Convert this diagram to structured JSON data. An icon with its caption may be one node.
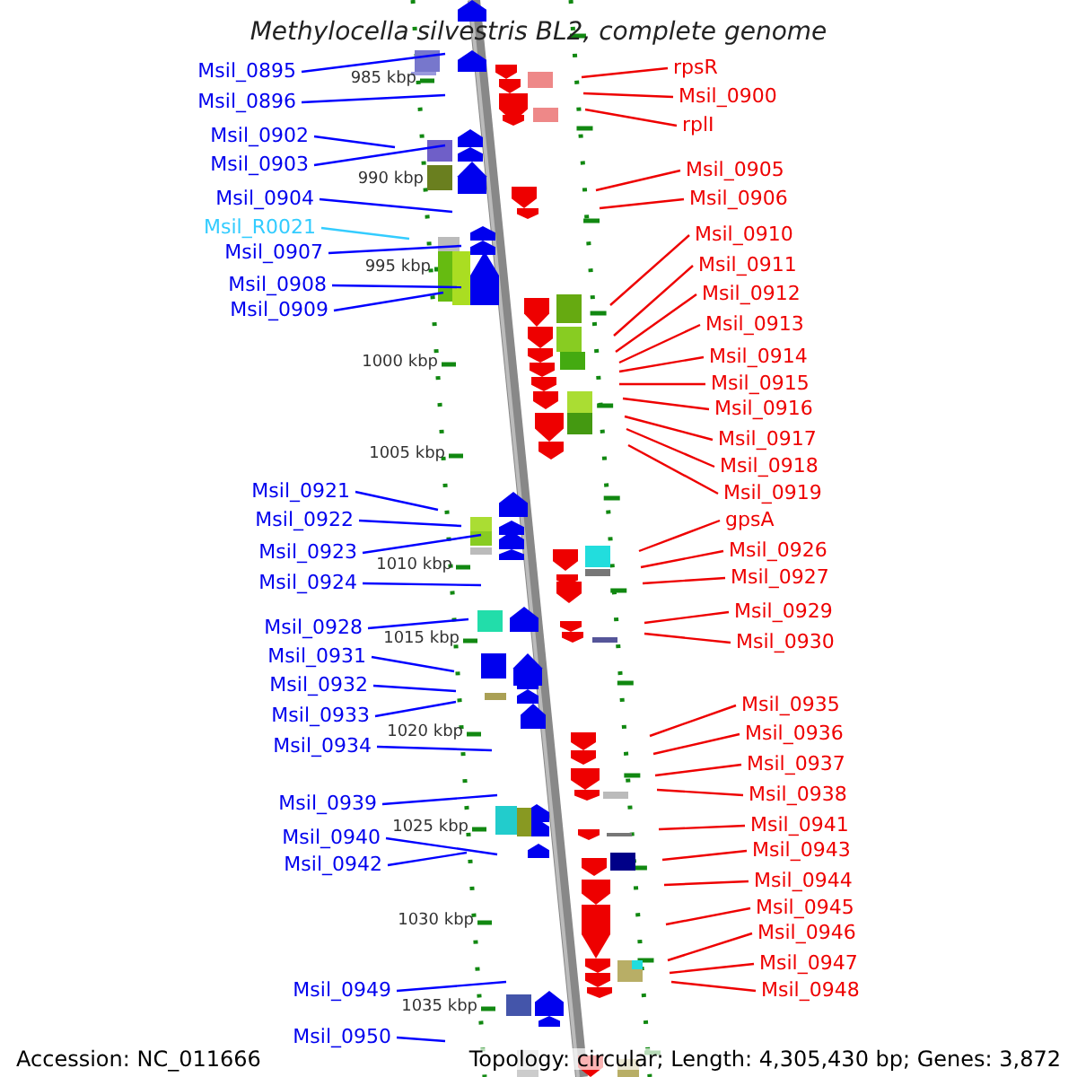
{
  "diagram": {
    "title": "Methylocella silvestris BL2, complete genome",
    "nodes": [
      {
        "text": [
          "Msil_0895"
        ]
      },
      {
        "text": [
          "Msil_0896"
        ]
      },
      {
        "text": [
          "Msil_0902"
        ]
      },
      {
        "text": [
          "Msil_0903"
        ]
      },
      {
        "text": [
          "Msil_0904"
        ]
      },
      {
        "text": [
          "Msil_R0021"
        ]
      },
      {
        "text": [
          "Msil_0907"
        ]
      },
      {
        "text": [
          "Msil_0908"
        ]
      },
      {
        "text": [
          "Msil_0909"
        ]
      },
      {
        "text": [
          "Msil_0921"
        ]
      },
      {
        "text": [
          "Msil_0922"
        ]
      },
      {
        "text": [
          "Msil_0923"
        ]
      },
      {
        "text": [
          "Msil_0924"
        ]
      },
      {
        "text": [
          "Msil_0928"
        ]
      },
      {
        "text": [
          "Msil_0931"
        ]
      },
      {
        "text": [
          "Msil_0932"
        ]
      },
      {
        "text": [
          "Msil_0933"
        ]
      },
      {
        "text": [
          "Msil_0934"
        ]
      },
      {
        "text": [
          "Msil_0939"
        ]
      },
      {
        "text": [
          "Msil_0940"
        ]
      },
      {
        "text": [
          "Msil_0942"
        ]
      },
      {
        "text": [
          "Msil_0949"
        ]
      },
      {
        "text": [
          "Msil_0950"
        ]
      },
      {
        "text": [
          "rpsR"
        ]
      },
      {
        "text": [
          "Msil_0900"
        ]
      },
      {
        "text": [
          "rplI"
        ]
      },
      {
        "text": [
          "Msil_0905"
        ]
      },
      {
        "text": [
          "Msil_0906"
        ]
      },
      {
        "text": [
          "Msil_0910"
        ]
      },
      {
        "text": [
          "Msil_0911"
        ]
      },
      {
        "text": [
          "Msil_0912"
        ]
      },
      {
        "text": [
          "Msil_0913"
        ]
      },
      {
        "text": [
          "Msil_0914"
        ]
      },
      {
        "text": [
          "Msil_0915"
        ]
      },
      {
        "text": [
          "Msil_0916"
        ]
      },
      {
        "text": [
          "Msil_0917"
        ]
      },
      {
        "text": [
          "Msil_0918"
        ]
      },
      {
        "text": [
          "Msil_0919"
        ]
      },
      {
        "text": [
          "gpsA"
        ]
      },
      {
        "text": [
          "Msil_0926"
        ]
      },
      {
        "text": [
          "Msil_0927"
        ]
      },
      {
        "text": [
          "Msil_0929"
        ]
      },
      {
        "text": [
          "Msil_0930"
        ]
      },
      {
        "text": [
          "Msil_0935"
        ]
      },
      {
        "text": [
          "Msil_0936"
        ]
      },
      {
        "text": [
          "Msil_0937"
        ]
      },
      {
        "text": [
          "Msil_0938"
        ]
      },
      {
        "text": [
          "Msil_0941"
        ]
      },
      {
        "text": [
          "Msil_0943"
        ]
      },
      {
        "text": [
          "Msil_0944"
        ]
      },
      {
        "text": [
          "Msil_0945"
        ]
      },
      {
        "text": [
          "Msil_0946"
        ]
      },
      {
        "text": [
          "Msil_0947"
        ]
      },
      {
        "text": [
          "Msil_0948"
        ]
      }
    ],
    "edges": [
      {
        "from": 0,
        "to": null,
        "arrow": "none",
        "color": "#0000ff"
      },
      {
        "from": 1,
        "to": null,
        "arrow": "none",
        "color": "#0000ff"
      },
      {
        "from": 2,
        "to": null,
        "arrow": "none",
        "color": "#0000ff"
      },
      {
        "from": 3,
        "to": null,
        "arrow": "none",
        "color": "#0000ff"
      },
      {
        "from": 4,
        "to": null,
        "arrow": "none",
        "color": "#0000ff"
      },
      {
        "from": 5,
        "to": null,
        "arrow": "none",
        "color": "#33ccff"
      },
      {
        "from": 6,
        "to": null,
        "arrow": "none",
        "color": "#0000ff"
      },
      {
        "from": 7,
        "to": null,
        "arrow": "none",
        "color": "#0000ff"
      },
      {
        "from": 8,
        "to": null,
        "arrow": "none",
        "color": "#0000ff"
      },
      {
        "from": 9,
        "to": null,
        "arrow": "none",
        "color": "#0000ff"
      },
      {
        "from": 10,
        "to": null,
        "arrow": "none",
        "color": "#0000ff"
      },
      {
        "from": 11,
        "to": null,
        "arrow": "none",
        "color": "#0000ff"
      },
      {
        "from": 12,
        "to": null,
        "arrow": "none",
        "color": "#0000ff"
      },
      {
        "from": 13,
        "to": null,
        "arrow": "none",
        "color": "#0000ff"
      },
      {
        "from": 14,
        "to": null,
        "arrow": "none",
        "color": "#0000ff"
      },
      {
        "from": 15,
        "to": null,
        "arrow": "none",
        "color": "#0000ff"
      },
      {
        "from": 16,
        "to": null,
        "arrow": "none",
        "color": "#0000ff"
      },
      {
        "from": 17,
        "to": null,
        "arrow": "none",
        "color": "#0000ff"
      },
      {
        "from": 18,
        "to": null,
        "arrow": "none",
        "color": "#0000ff"
      },
      {
        "from": 19,
        "to": null,
        "arrow": "none",
        "color": "#0000ff"
      },
      {
        "from": 20,
        "to": null,
        "arrow": "none",
        "color": "#0000ff"
      },
      {
        "from": 21,
        "to": null,
        "arrow": "none",
        "color": "#0000ff"
      },
      {
        "from": 22,
        "to": null,
        "arrow": "none",
        "color": "#0000ff"
      },
      {
        "from": 23,
        "to": null,
        "arrow": "none"
      },
      {
        "from": 24,
        "to": null,
        "arrow": "none"
      },
      {
        "from": 25,
        "to": null,
        "arrow": "none"
      },
      {
        "from": 26,
        "to": null,
        "arrow": "none"
      },
      {
        "from": 27,
        "to": null,
        "arrow": "none"
      },
      {
        "from": 28,
        "to": null,
        "arrow": "none"
      },
      {
        "from": 29,
        "to": null,
        "arrow": "none"
      },
      {
        "from": 30,
        "to": null,
        "arrow": "none"
      },
      {
        "from": 31,
        "to": null,
        "arrow": "none"
      },
      {
        "from": 32,
        "to": null,
        "arrow": "none"
      },
      {
        "from": 33,
        "to": null,
        "arrow": "none"
      },
      {
        "from": 34,
        "to": null,
        "arrow": "none"
      },
      {
        "from": 35,
        "to": null,
        "arrow": "none"
      },
      {
        "from": 36,
        "to": null,
        "arrow": "none"
      },
      {
        "from": 37,
        "to": null,
        "arrow": "none"
      },
      {
        "from": 38,
        "to": null,
        "arrow": "none"
      },
      {
        "from": 39,
        "to": null,
        "arrow": "none"
      },
      {
        "from": 40,
        "to": null,
        "arrow": "none"
      },
      {
        "from": 41,
        "to": null,
        "arrow": "none"
      },
      {
        "from": 42,
        "to": null,
        "arrow": "none"
      },
      {
        "from": 43,
        "to": null,
        "arrow": "none"
      },
      {
        "from": 44,
        "to": null,
        "arrow": "none"
      },
      {
        "from": 45,
        "to": null,
        "arrow": "none"
      },
      {
        "from": 46,
        "to": null,
        "arrow": "none"
      },
      {
        "from": 47,
        "to": null,
        "arrow": "none"
      },
      {
        "from": 48,
        "to": null,
        "arrow": "none"
      },
      {
        "from": 49,
        "to": null,
        "arrow": "none"
      },
      {
        "from": 50,
        "to": null,
        "arrow": "none"
      },
      {
        "from": 51,
        "to": null,
        "arrow": "none"
      },
      {
        "from": 52,
        "to": null,
        "arrow": "none"
      },
      {
        "from": 53,
        "to": null,
        "arrow": "none"
      }
    ],
    "labels": [
      "985 kbp",
      "990 kbp",
      "995 kbp",
      "1000 kbp",
      "1005 kbp",
      "1010 kbp",
      "1015 kbp",
      "1020 kbp",
      "1025 kbp",
      "1030 kbp",
      "1035 kbp",
      "Accession: NC_011666",
      "Topology: circular; Length: 4,305,430 bp; Genes: 3,872"
    ]
  }
}
